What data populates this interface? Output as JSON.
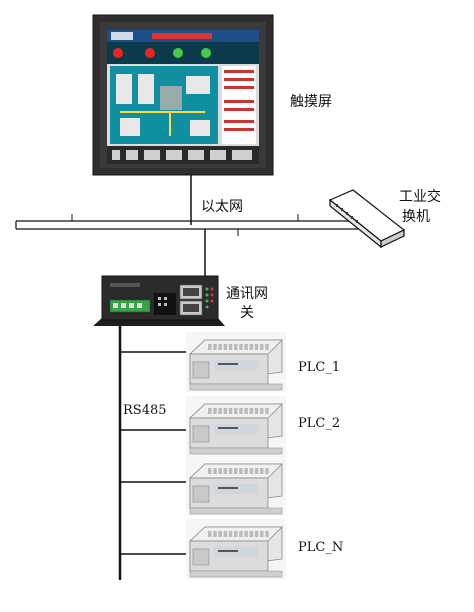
{
  "labels": {
    "touchscreen": "触摸屏",
    "ethernet": "以太网",
    "switch_line1": "工业交",
    "switch_line2": "换机",
    "gateway_line1": "通讯网",
    "gateway_line2": "关",
    "rs485": "RS485"
  },
  "plcs": [
    {
      "label": "PLC_1"
    },
    {
      "label": "PLC_2"
    },
    {
      "label": ""
    },
    {
      "label": "PLC_N"
    }
  ],
  "colors": {
    "bus": "#111111",
    "panel_bezel": "#2e2e2e",
    "screen_bg": "#0f8fa0",
    "gateway_body": "#2b2b2b",
    "terminal_green": "#3aa34a",
    "plc_body": "#e6e6e6"
  },
  "icons": {
    "touchscreen": "hmi-panel-icon",
    "switch": "ethernet-switch-icon",
    "gateway": "gateway-device-icon",
    "plc": "plc-module-icon"
  }
}
